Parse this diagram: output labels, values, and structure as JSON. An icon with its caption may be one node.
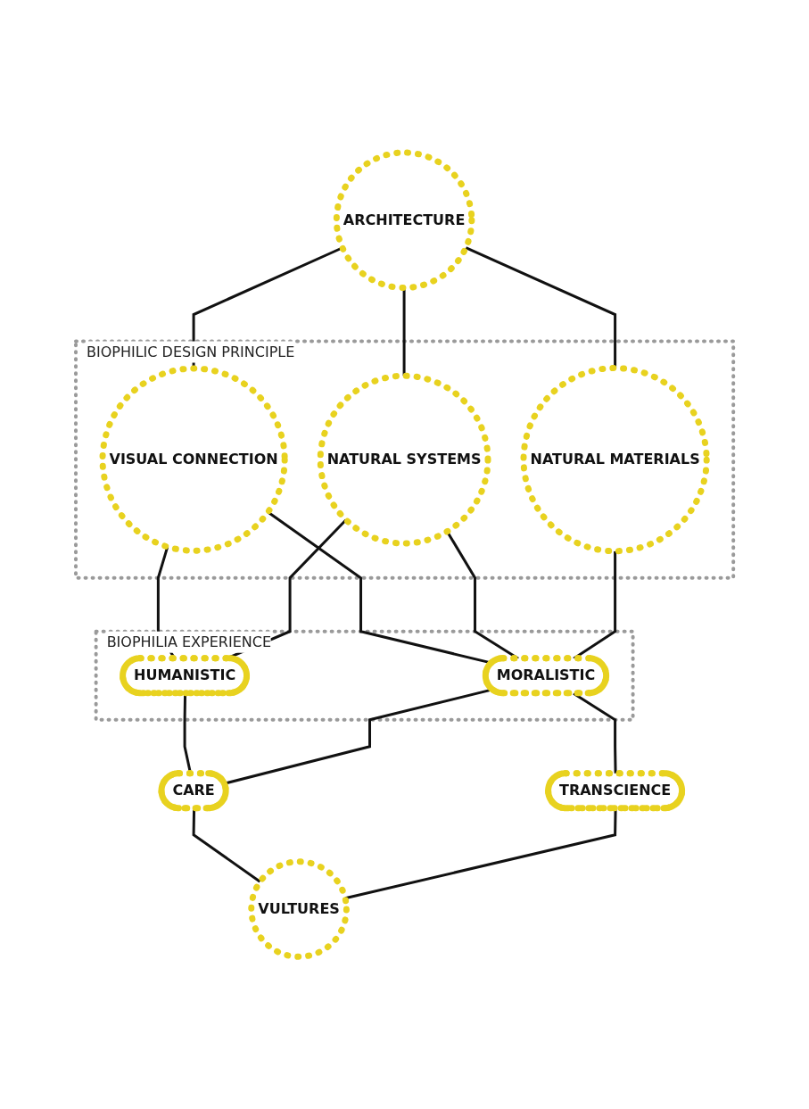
{
  "diagram": {
    "nodes": [
      {
        "text": [
          "ARCHITECTURE"
        ]
      },
      {
        "text": [
          "BIOPHILIC DESIGN PRINCIPLE"
        ]
      },
      {
        "text": [
          "VISUAL CONNECTION"
        ],
        "in": 1
      },
      {
        "text": [
          "NATURAL SYSTEMS"
        ],
        "in": 1
      },
      {
        "text": [
          "NATURAL MATERIALS"
        ],
        "in": 1
      },
      {
        "text": [
          "BIOPHILIA EXPERIENCE"
        ]
      },
      {
        "text": [
          "HUMANISTIC"
        ],
        "in": 5
      },
      {
        "text": [
          "MORALISTIC"
        ],
        "in": 5
      },
      {
        "text": [
          "CARE"
        ]
      },
      {
        "text": [
          "TRANSCIENCE"
        ]
      },
      {
        "text": [
          "VULTURES"
        ]
      }
    ],
    "edges": [
      {
        "from": 0,
        "to": 2,
        "arrow": "none"
      },
      {
        "from": 0,
        "to": 3,
        "arrow": "none"
      },
      {
        "from": 0,
        "to": 4,
        "arrow": "none"
      },
      {
        "from": 2,
        "to": 6,
        "arrow": "none"
      },
      {
        "from": 2,
        "to": 7,
        "arrow": "none"
      },
      {
        "from": 3,
        "to": 6,
        "arrow": "none"
      },
      {
        "from": 3,
        "to": 7,
        "arrow": "none"
      },
      {
        "from": 4,
        "to": 7,
        "arrow": "none"
      },
      {
        "from": 6,
        "to": 8,
        "arrow": "none"
      },
      {
        "from": 7,
        "to": 8,
        "arrow": "none"
      },
      {
        "from": 7,
        "to": 9,
        "arrow": "none"
      },
      {
        "from": 8,
        "to": 10,
        "arrow": "none"
      },
      {
        "from": 9,
        "to": 10,
        "arrow": "none"
      }
    ]
  }
}
